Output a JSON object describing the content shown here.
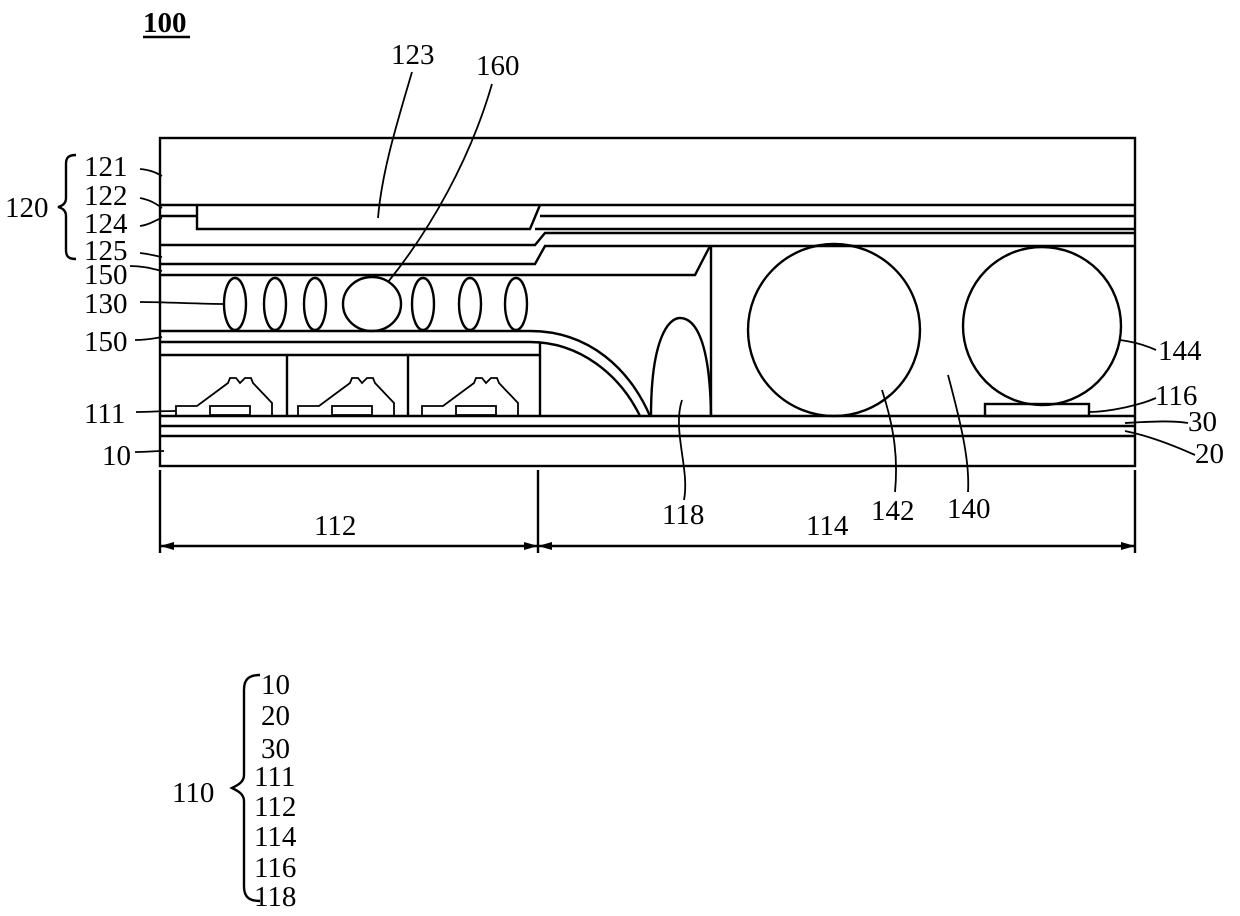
{
  "figure_number": "100",
  "layer_labels": {
    "l121": "121",
    "l122": "122",
    "l124": "124",
    "l125": "125",
    "l120": "120",
    "l150_top": "150",
    "l130": "130",
    "l150_bottom": "150",
    "l111": "111",
    "l10": "10",
    "l123": "123",
    "l160": "160",
    "l144": "144",
    "l116": "116",
    "l30": "30",
    "l20": "20",
    "l118": "118",
    "l142": "142",
    "l140": "140"
  },
  "regions": {
    "r112": "112",
    "r114": "114"
  },
  "legend": {
    "group": "110",
    "items": [
      "10",
      "20",
      "30",
      "111",
      "112",
      "114",
      "116",
      "118"
    ]
  }
}
